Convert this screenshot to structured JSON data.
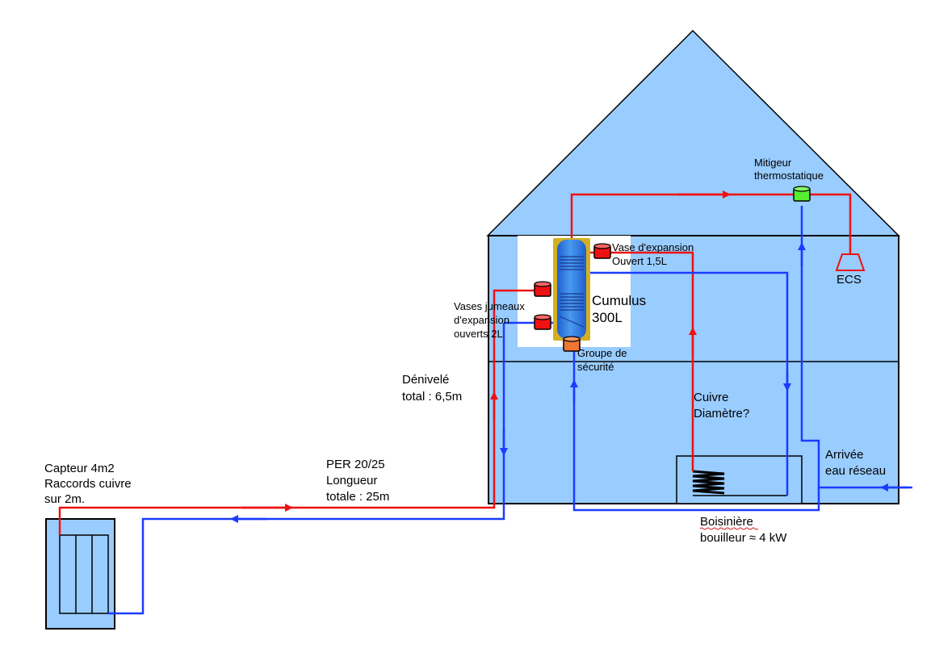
{
  "diagram": {
    "title": "",
    "colors": {
      "house_fill": "#99ccff",
      "outline": "#000000",
      "hot_pipe": "#ee1111",
      "cold_pipe": "#1a3cff",
      "vessel_red": "#ee1111",
      "vessel_orange": "#ee7733",
      "mixer_green": "#55ee33",
      "tank_blue": "#3388ee",
      "tank_insulation": "#d4b020"
    },
    "labels": {
      "collector": [
        "Capteur 4m2",
        "Raccords cuivre",
        "sur 2m."
      ],
      "per_pipe": [
        "PER 20/25",
        "Longueur",
        "totale : 25m"
      ],
      "height_drop": [
        "Dénivelé",
        "total : 6,5m"
      ],
      "twin_vessels": [
        "Vases jumeaux",
        "d'expansion",
        "ouverts 2L"
      ],
      "expansion_vessel": [
        "Vase  d'expansion",
        "Ouvert  1,5L"
      ],
      "tank": [
        "Cumulus",
        "300L"
      ],
      "safety_group": [
        "Groupe  de",
        "sécurité"
      ],
      "mixer": [
        "Mitigeur",
        "thermostatique"
      ],
      "dhw": "ECS",
      "copper": [
        "Cuivre",
        "Diamètre?"
      ],
      "mains_inlet": [
        "Arrivée",
        "eau réseau"
      ],
      "stove": [
        "Boisinière",
        "bouilleur ≈ 4 kW"
      ]
    }
  }
}
